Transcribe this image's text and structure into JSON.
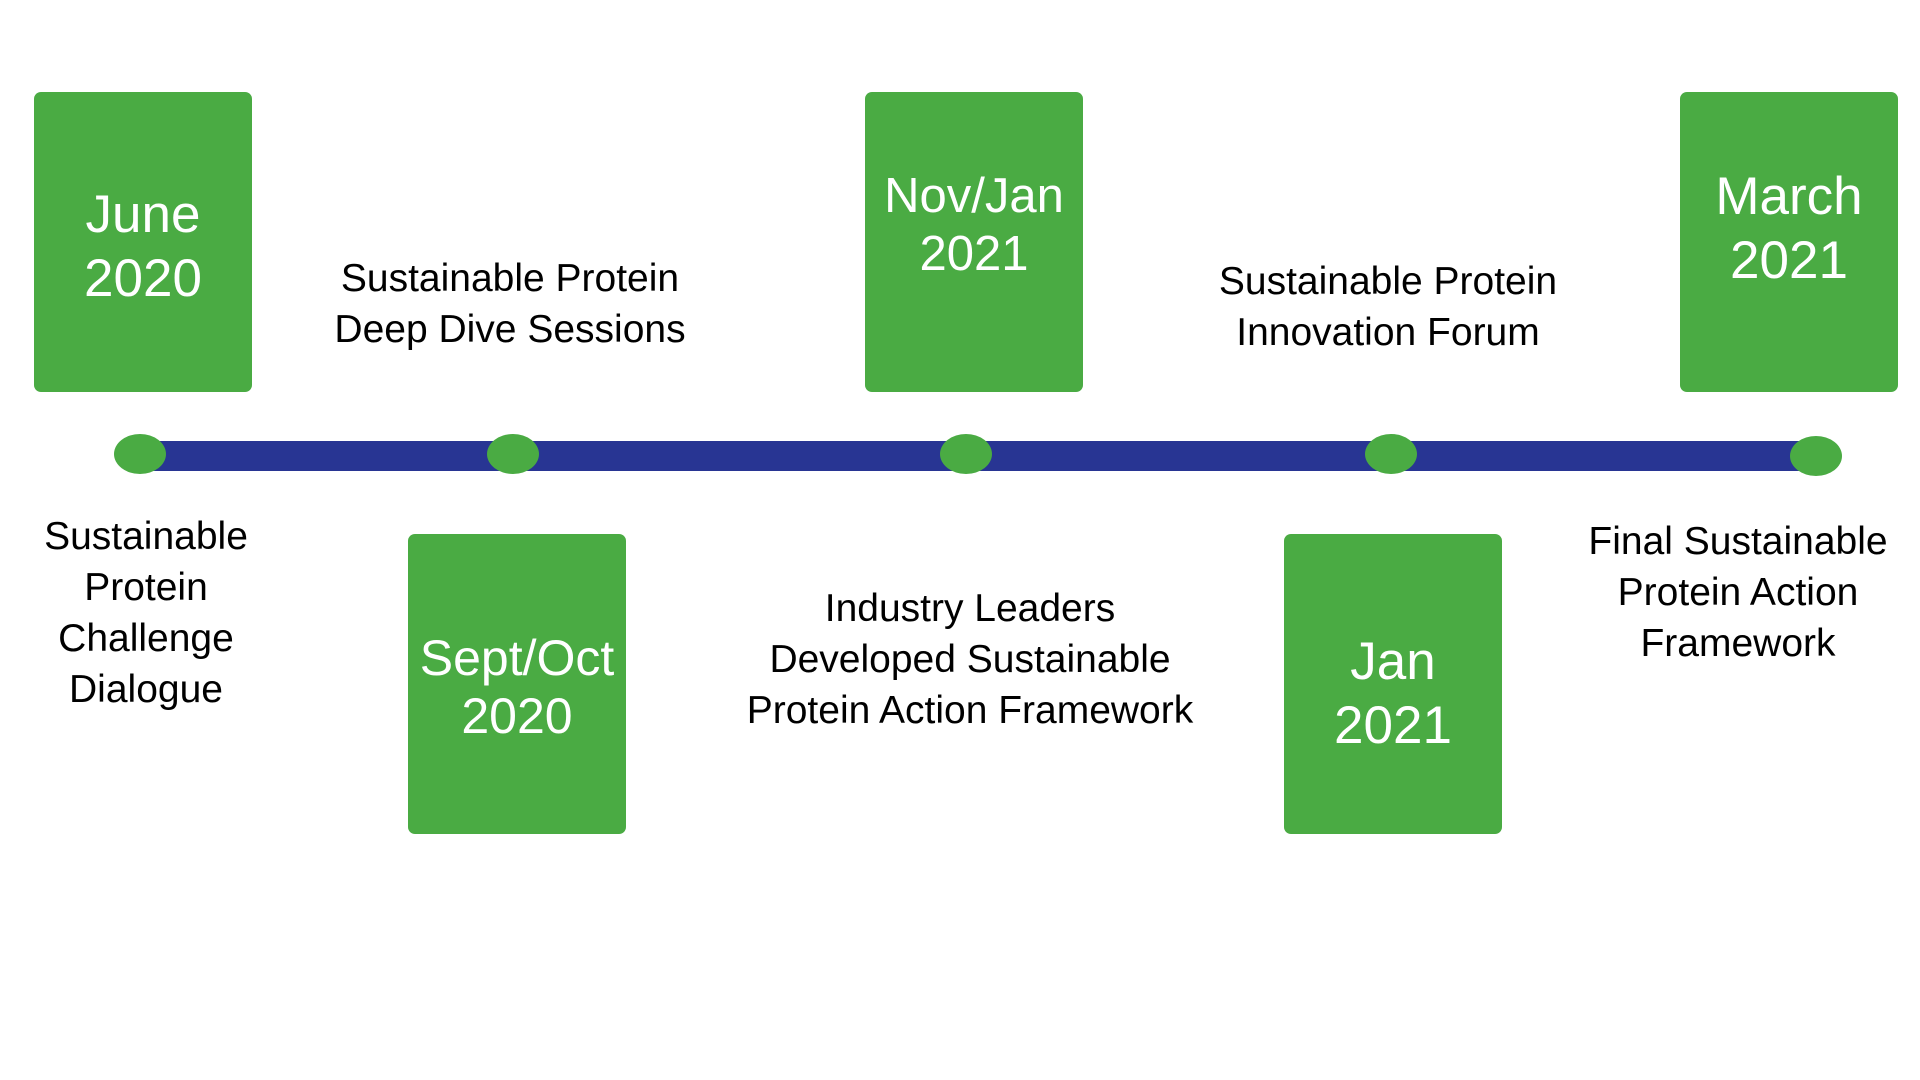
{
  "colors": {
    "box_fill": "#4aab43",
    "dot_fill": "#4aab43",
    "line": "#283593",
    "box_text": "#ffffff",
    "label_text": "#000000"
  },
  "milestones": [
    {
      "date_lines": [
        "June",
        "2020"
      ],
      "label_lines": [
        "Sustainable",
        "Protein",
        "Challenge",
        "Dialogue"
      ]
    },
    {
      "date_lines": [
        "Sept/Oct",
        "2020"
      ],
      "label_lines": [
        "Sustainable Protein",
        "Deep Dive Sessions"
      ]
    },
    {
      "date_lines": [
        "Nov/Jan",
        "2021"
      ],
      "label_lines": [
        "Industry Leaders",
        "Developed Sustainable",
        "Protein Action Framework"
      ]
    },
    {
      "date_lines": [
        "Jan",
        "2021"
      ],
      "label_lines": [
        "Sustainable Protein",
        "Innovation Forum"
      ]
    },
    {
      "date_lines": [
        "March",
        "2021"
      ],
      "label_lines": [
        "Final Sustainable",
        "Protein Action",
        "Framework"
      ]
    }
  ]
}
